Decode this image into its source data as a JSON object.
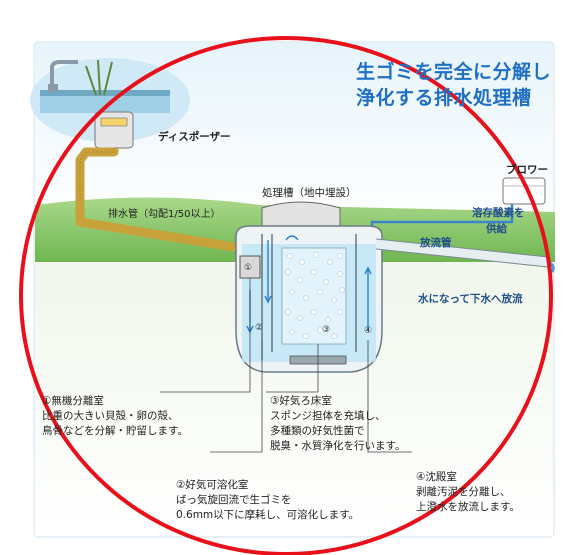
{
  "title": {
    "line1": "生ゴミを完全に分解し",
    "line2": "浄化する排水処理槽"
  },
  "labels": {
    "disposer": "ディスポーザー",
    "tank": "処理槽（地中埋設）",
    "drain_pipe": "排水管（勾配1/50以上）",
    "blower": "ブロワー",
    "oxygen": [
      "溶存酸素を",
      "供給"
    ],
    "discharge_pipe": "放流管",
    "discharge": "水になって下水へ放流"
  },
  "chambers": [
    {
      "mark": "①",
      "title": "①無機分離室",
      "lines": [
        "比重の大きい貝殻・卵の殻、",
        "鳥骨などを分解・貯留します。"
      ]
    },
    {
      "mark": "②",
      "title": "②好気可溶化室",
      "lines": [
        "ばっ気旋回流で生ゴミを",
        "0.6mm以下に摩耗し、可溶化します。"
      ]
    },
    {
      "mark": "③",
      "title": "③好気ろ床室",
      "lines": [
        "スポンジ担体を充填し、",
        "多種類の好気性菌で",
        "脱臭・水質浄化を行います。"
      ]
    },
    {
      "mark": "④",
      "title": "④沈殿室",
      "lines": [
        "剥離汚泥を分離し、",
        "上澄水を放流します。"
      ]
    }
  ],
  "colors": {
    "title_blue": "#1f6fc4",
    "annotation_red": "#e8101a",
    "grass": "#7fbf5a",
    "water": "#bfe6f7"
  }
}
